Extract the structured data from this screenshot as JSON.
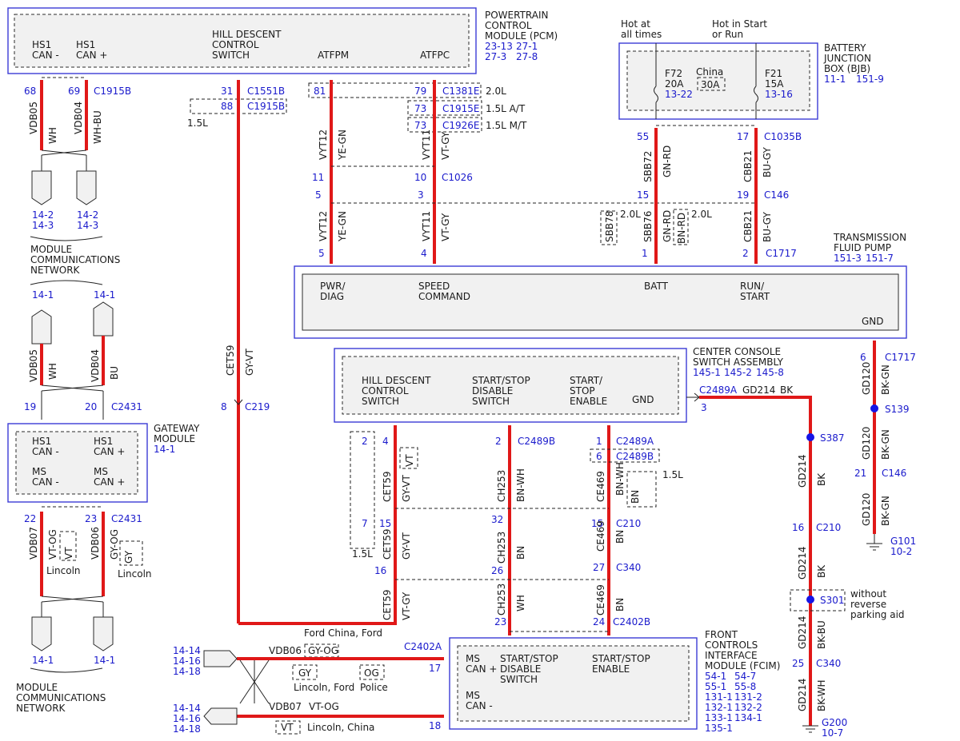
{
  "pcm": {
    "title": [
      "POWERTRAIN",
      "CONTROL",
      "MODULE (PCM)"
    ],
    "refs": [
      [
        "23-13",
        "27-1"
      ],
      [
        "27-3",
        "27-8"
      ]
    ],
    "labels": {
      "hs1_can_minus": [
        "HS1",
        "CAN -"
      ],
      "hs1_can_plus": [
        "HS1",
        "CAN +"
      ],
      "hill_descent": [
        "HILL DESCENT",
        "CONTROL",
        "SWITCH"
      ],
      "atfpm": "ATFPM",
      "atfpc": "ATFPC"
    },
    "pins": {
      "p68": "68",
      "p69": "69",
      "p31": "31",
      "p88": "88",
      "p81": "81",
      "p79": "79",
      "p73a": "73",
      "p73b": "73"
    },
    "connectors": {
      "c1915b": "C1915B",
      "c1551b": "C1551B",
      "c1915b_alt": "C1915B",
      "c1381e": "C1381E",
      "c1915e": "C1915E",
      "c1926e": "C1926E"
    },
    "notes": {
      "l2_0": "2.0L",
      "l1_5_at": "1.5L A/T",
      "l1_5_mt": "1.5L M/T",
      "l1_5": "1.5L"
    }
  },
  "bjb": {
    "title": [
      "BATTERY",
      "JUNCTION",
      "BOX (BJB)"
    ],
    "refs": [
      "11-1",
      "151-9"
    ],
    "hot_at": [
      "Hot at",
      "all times"
    ],
    "hot_in": [
      "Hot in Start",
      "or Run"
    ],
    "f72": [
      "F72",
      "20A"
    ],
    "f72_ref": "13-22",
    "china": "China",
    "china_amp": "30A",
    "f21": [
      "F21",
      "15A"
    ],
    "f21_ref": "13-16",
    "pins": {
      "p55": "55",
      "p17": "17"
    },
    "c1035b": "C1035B"
  },
  "wires_left": {
    "vdb05": "VDB05",
    "wh": "WH",
    "vdb04": "VDB04",
    "wh_bu": "WH-BU",
    "ref_14_2": "14-2",
    "ref_14_3": "14-3",
    "mcn": [
      "MODULE",
      "COMMUNICATIONS",
      "NETWORK"
    ],
    "ref_14_1": "14-1",
    "bu": "BU",
    "p19": "19",
    "p20": "20",
    "c2431": "C2431"
  },
  "gateway": {
    "title": [
      "GATEWAY",
      "MODULE"
    ],
    "ref": "14-1",
    "hs1_minus": [
      "HS1",
      "CAN -"
    ],
    "hs1_plus": [
      "HS1",
      "CAN +"
    ],
    "ms_minus": [
      "MS",
      "CAN -"
    ],
    "ms_plus": [
      "MS",
      "CAN +"
    ],
    "p22": "22",
    "p23": "23",
    "c2431": "C2431",
    "vdb07": "VDB07",
    "vt_og": "VT-OG",
    "vt": "VT",
    "lincoln": "Lincoln",
    "vdb06": "VDB06",
    "gy_og": "GY-OG",
    "gy": "GY"
  },
  "mid_wires": {
    "vyt12": "VYT12",
    "ye_gn": "YE-GN",
    "vyt11": "VYT11",
    "vt_gy": "VT-GY",
    "p11": "11",
    "p10": "10",
    "c1026": "C1026",
    "p5": "5",
    "p3": "3",
    "p5b": "5",
    "p4": "4",
    "sbb72": "SBB72",
    "gn_rd": "GN-RD",
    "cbb21": "CBB21",
    "bu_gy": "BU-GY",
    "p15": "15",
    "p19": "19",
    "c146": "C146",
    "sbb78": "SBB78",
    "l2_0a": "2.0L",
    "sbb76": "SBB76",
    "bn_rd": "BN-RD",
    "l2_0b": "2.0L",
    "p1": "1",
    "p2": "2",
    "c1717": "C1717",
    "cet59": "CET59",
    "gy_vt": "GY-VT",
    "p8": "8",
    "c219": "C219"
  },
  "tfp": {
    "title": [
      "TRANSMISSION",
      "FLUID PUMP"
    ],
    "refs": [
      "151-3",
      "151-7"
    ],
    "pwr": [
      "PWR/",
      "DIAG"
    ],
    "speed": [
      "SPEED",
      "COMMAND"
    ],
    "batt": "BATT",
    "run": [
      "RUN/",
      "START"
    ],
    "gnd": "GND"
  },
  "console": {
    "title": [
      "CENTER CONSOLE",
      "SWITCH ASSEMBLY"
    ],
    "refs": [
      "145-1",
      "145-2",
      "145-8"
    ],
    "hill": [
      "HILL DESCENT",
      "CONTROL",
      "SWITCH"
    ],
    "disable": [
      "START/STOP",
      "DISABLE",
      "SWITCH"
    ],
    "enable": [
      "START/",
      "STOP",
      "ENABLE"
    ],
    "gnd": "GND",
    "c2489a": "C2489A",
    "gd214": "GD214",
    "bk": "BK",
    "p3": "3"
  },
  "console_wires": {
    "p2": "2",
    "p4": "4",
    "vt": "VT",
    "p2b": "2",
    "c2489b": "C2489B",
    "p1": "1",
    "c2489a": "C2489A",
    "p6": "6",
    "c2489b_b": "C2489B",
    "cet59": "CET59",
    "gy_vt": "GY-VT",
    "ch253": "CH253",
    "bn_wh": "BN-WH",
    "ce469": "CE469",
    "l1_5": "1.5L",
    "p7": "7",
    "p15": "15",
    "p32": "32",
    "p15b": "15",
    "c210": "C210",
    "l1_5b": "1.5L",
    "bn": "BN",
    "p16": "16",
    "p26": "26",
    "p27": "27",
    "c340": "C340",
    "wh": "WH",
    "p23": "23",
    "p24": "24",
    "c2402b": "C2402B"
  },
  "ground": {
    "p6": "6",
    "c1717": "C1717",
    "gd120": "GD120",
    "bk_gn": "BK-GN",
    "s139": "S139",
    "p21": "21",
    "c146": "C146",
    "g101": "G101",
    "g101_ref": "10-2",
    "s387": "S387",
    "gd214": "GD214",
    "bk": "BK",
    "p16": "16",
    "c210": "C210",
    "s301": "S301",
    "without": [
      "without",
      "reverse",
      "parking aid"
    ],
    "bk_bu": "BK-BU",
    "p25": "25",
    "c340": "C340",
    "bk_wh": "BK-WH",
    "g200": "G200",
    "g200_ref": "10-7"
  },
  "fcim": {
    "title": [
      "FRONT",
      "CONTROLS",
      "INTERFACE",
      "MODULE (FCIM)"
    ],
    "refs": [
      [
        "54-1",
        "54-7"
      ],
      [
        "55-1",
        "55-8"
      ],
      [
        "131-1",
        "131-2"
      ],
      [
        "132-1",
        "132-2"
      ],
      [
        "133-1",
        "134-1"
      ],
      [
        "135-1"
      ]
    ],
    "ms_plus": [
      "MS",
      "CAN +"
    ],
    "ms_minus": [
      "MS",
      "CAN -"
    ],
    "disable": [
      "START/STOP",
      "DISABLE",
      "SWITCH"
    ],
    "enable": [
      "START/STOP",
      "ENABLE"
    ],
    "c2402a": "C2402A",
    "p17": "17",
    "p18": "18",
    "ford_china": "Ford China, Ford",
    "vdb06": "VDB06",
    "gy_og": "GY-OG",
    "gy": "GY",
    "og": "OG",
    "lincoln_ford": "Lincoln, Ford",
    "police": "Police",
    "vdb07": "VDB07",
    "vt_og": "VT-OG",
    "vt": "VT",
    "lincoln_china": "Lincoln, China",
    "refs_left": [
      "14-14",
      "14-16",
      "14-18"
    ]
  }
}
